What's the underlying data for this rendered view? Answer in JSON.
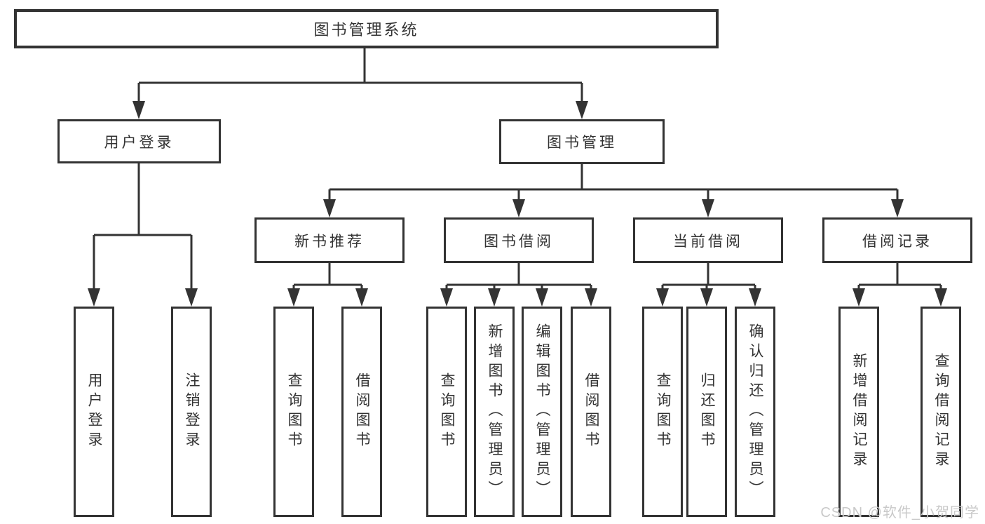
{
  "tree": {
    "label": "图书管理系统",
    "children": [
      {
        "label": "用户登录",
        "children": [
          {
            "label": "用户登录"
          },
          {
            "label": "注销登录"
          }
        ]
      },
      {
        "label": "图书管理",
        "children": [
          {
            "label": "新书推荐",
            "children": [
              {
                "label": "查询图书"
              },
              {
                "label": "借阅图书"
              }
            ]
          },
          {
            "label": "图书借阅",
            "children": [
              {
                "label": "查询图书"
              },
              {
                "label": "新增图书（管理员）"
              },
              {
                "label": "编辑图书（管理员）"
              },
              {
                "label": "借阅图书"
              }
            ]
          },
          {
            "label": "当前借阅",
            "children": [
              {
                "label": "查询图书"
              },
              {
                "label": "归还图书"
              },
              {
                "label": "确认归还（管理员）"
              }
            ]
          },
          {
            "label": "借阅记录",
            "children": [
              {
                "label": "新增借阅记录"
              },
              {
                "label": "查询借阅记录"
              }
            ]
          }
        ]
      }
    ]
  },
  "watermark": {
    "text": "CSDN @软件_小贺同学"
  },
  "colors": {
    "line": "#333333",
    "text": "#333333",
    "background": "#ffffff",
    "watermark": "#c9c9c9"
  }
}
